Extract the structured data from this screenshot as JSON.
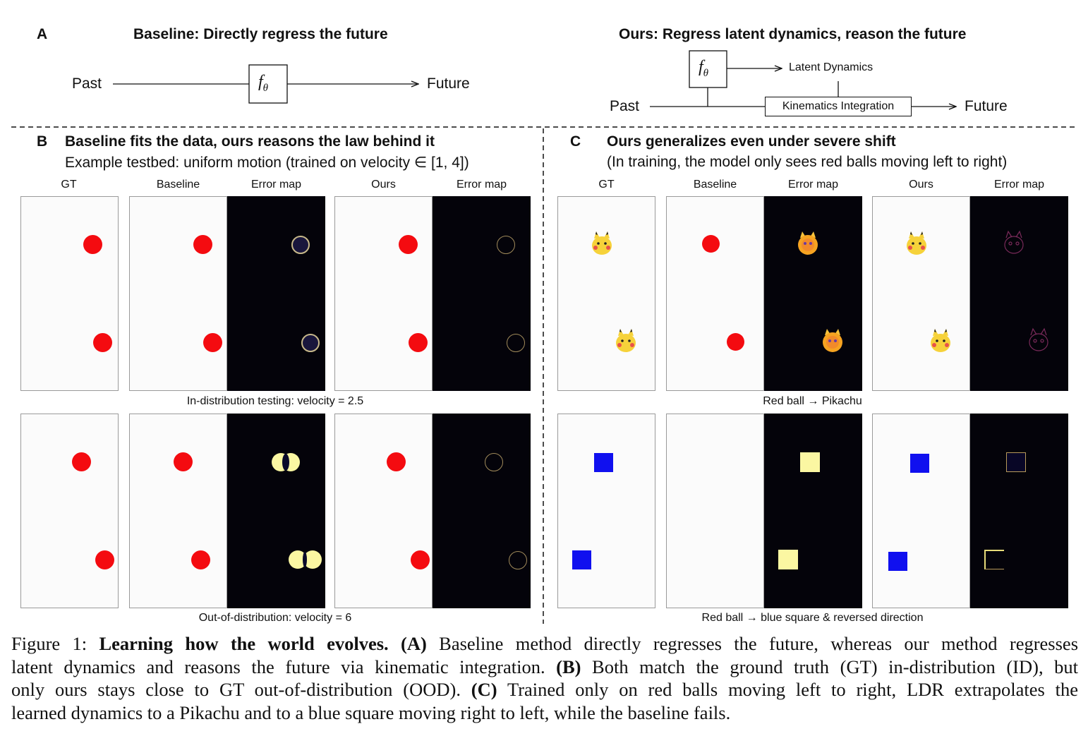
{
  "panel_a": {
    "letter": "A",
    "baseline_title": "Baseline: Directly regress the future",
    "ours_title": "Ours: Regress latent dynamics, reason the future",
    "past": "Past",
    "future": "Future",
    "latent_dynamics": "Latent Dynamics",
    "kinematics_integration": "Kinematics Integration"
  },
  "panel_b": {
    "letter": "B",
    "title": "Baseline fits the data, ours reasons the law behind it",
    "subtitle": "Example testbed: uniform motion (trained on velocity ∈ [1, 4])",
    "columns": [
      "GT",
      "Baseline",
      "Error map",
      "Ours",
      "Error map"
    ],
    "row1_caption": "In-distribution testing: velocity = 2.5",
    "row2_caption": "Out-of-distribution: velocity = 6"
  },
  "panel_c": {
    "letter": "C",
    "title": "Ours generalizes even under severe shift",
    "subtitle": "(In training, the model only sees red balls moving left to right)",
    "columns": [
      "GT",
      "Baseline",
      "Error map",
      "Ours",
      "Error map"
    ],
    "row1_caption": "Red ball → Pikachu",
    "row2_caption": "Red ball → blue square & reversed direction"
  },
  "caption": {
    "fig": "Figure 1:",
    "title": "Learning how the world evolves.",
    "a_tag": "(A)",
    "a_text_l1": "Baseline method directly regresses the future, whereas our method regresses",
    "a_text_l2": "latent dynamics and reasons the future via kinematic integration.",
    "b_tag": "(B)",
    "b_text_l2": "Both match the ground truth (GT) in-distribution (ID), but",
    "b_text_l3": "only ours stays close to GT out-of-distribution (OOD).",
    "c_tag": "(C)",
    "c_text_l3": "Trained only on red balls moving left to right, LDR extrapolates the",
    "c_text_l4": "learned dynamics to a Pikachu and to a blue square moving right to left, while the baseline fails."
  },
  "colors": {
    "ball_red": "#f40b10",
    "square_blue": "#1010ef",
    "error_bg": "#04030a",
    "error_yellow": "#fbf7a2",
    "pikachu_yellow": "#f6d23a"
  }
}
